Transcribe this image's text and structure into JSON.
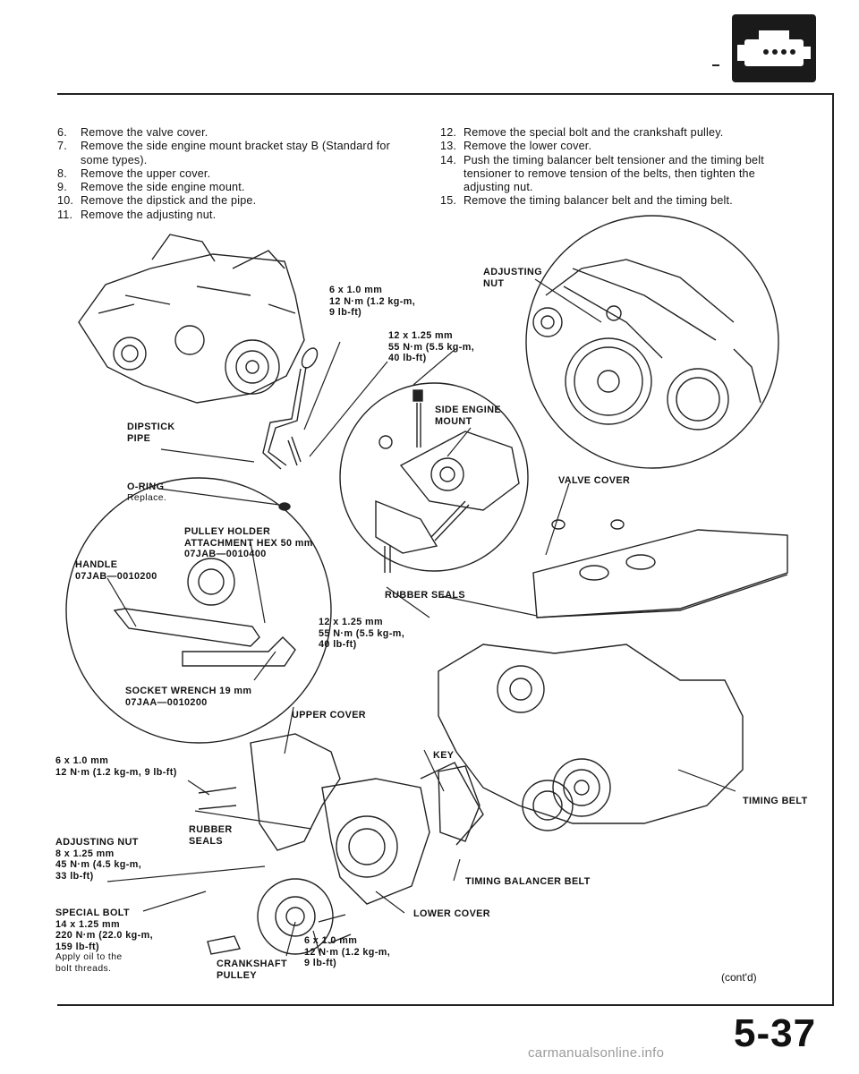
{
  "steps_left": [
    {
      "num": "6.",
      "text": "Remove the valve cover."
    },
    {
      "num": "7.",
      "text": "Remove the side engine mount bracket stay B (Standard for some types)."
    },
    {
      "num": "8.",
      "text": "Remove the upper cover."
    },
    {
      "num": "9.",
      "text": "Remove the side engine mount."
    },
    {
      "num": "10.",
      "text": "Remove the dipstick and the pipe."
    },
    {
      "num": "11.",
      "text": "Remove the adjusting nut."
    }
  ],
  "steps_right": [
    {
      "num": "12.",
      "text": "Remove the special bolt and the crankshaft pulley."
    },
    {
      "num": "13.",
      "text": "Remove the lower cover."
    },
    {
      "num": "14.",
      "text": "Push the timing balancer belt tensioner and the timing belt tensioner to remove tension of the belts, then tighten the adjusting nut."
    },
    {
      "num": "15.",
      "text": "Remove the timing balancer belt and the timing belt."
    }
  ],
  "labels": {
    "adjusting_nut_top": [
      "ADJUSTING",
      "NUT"
    ],
    "bolt_6x1": {
      "size": "6 x 1.0 mm",
      "torque1": "12 N·m (1.2 kg-m,",
      "torque2": "9 lb-ft)"
    },
    "bolt_12x125_top": {
      "size": "12 x 1.25 mm",
      "torque1": "55 N·m (5.5 kg-m,",
      "torque2": "40 lb-ft)"
    },
    "side_engine_mount": [
      "SIDE ENGINE",
      "MOUNT"
    ],
    "dipstick_pipe": [
      "DIPSTICK",
      "PIPE"
    ],
    "o_ring": "O-RING",
    "o_ring_note": "Replace.",
    "valve_cover": "VALVE COVER",
    "pulley_holder": [
      "PULLEY HOLDER",
      "ATTACHMENT HEX 50 mm",
      "07JAB—0010400"
    ],
    "handle": [
      "HANDLE",
      "07JAB—0010200"
    ],
    "rubber_seals_top": "RUBBER SEALS",
    "bolt_12x125_mid": {
      "size": "12 x 1.25 mm",
      "torque1": "55 N·m (5.5 kg-m,",
      "torque2": "40 lb-ft)"
    },
    "socket_wrench": [
      "SOCKET WRENCH 19 mm",
      "07JAA—0010200"
    ],
    "upper_cover": "UPPER COVER",
    "bolt_6x1_left": {
      "size": "6 x 1.0 mm",
      "torque": "12 N·m (1.2 kg-m, 9 lb-ft)"
    },
    "key": "KEY",
    "timing_belt": "TIMING BELT",
    "rubber_seals_low": [
      "RUBBER",
      "SEALS"
    ],
    "adjusting_nut_low": {
      "name": "ADJUSTING NUT",
      "size": "8 x 1.25 mm",
      "torque1": "45 N·m (4.5 kg-m,",
      "torque2": "33 lb-ft)"
    },
    "timing_balancer_belt": "TIMING BALANCER BELT",
    "special_bolt": {
      "name": "SPECIAL BOLT",
      "size": "14 x 1.25 mm",
      "torque1": "220 N·m (22.0 kg-m,",
      "torque2": "159 lb-ft)",
      "note1": "Apply oil to the",
      "note2": "bolt threads."
    },
    "lower_cover": "LOWER COVER",
    "crankshaft_pulley": [
      "CRANKSHAFT",
      "PULLEY"
    ],
    "bolt_6x1_bottom": {
      "size": "6 x 1.0 mm",
      "torque1": "12 N·m (1.2 kg-m,",
      "torque2": "9 lb-ft)"
    },
    "contd": "(cont'd)"
  },
  "page_number": "5-37",
  "watermark": "carmanualsonline.info",
  "icons": {
    "section_tab": "engine-icon"
  }
}
